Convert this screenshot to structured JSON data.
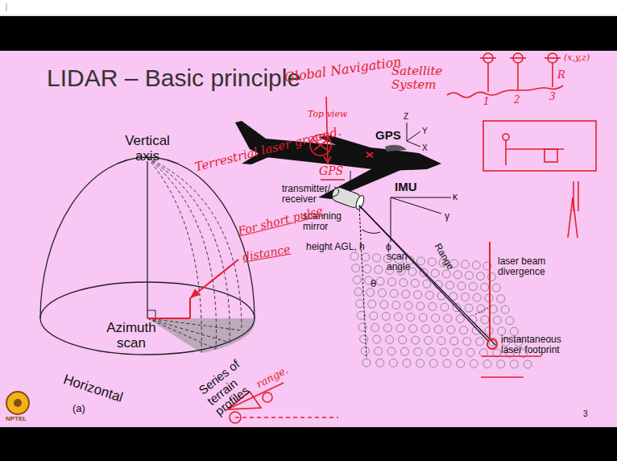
{
  "diagram": {
    "title": "LIDAR – Basic principle",
    "labels": [
      "Vertical axis",
      "Azimuth scan",
      "Horizontal",
      "Series of terrain profiles",
      "(a)",
      "GPS",
      "Z",
      "Y",
      "X",
      "IMU",
      "κ",
      "γ",
      "ϕ",
      "transmitter/ receiver",
      "scanning mirror",
      "height AGL, h",
      "scan angle",
      "θ",
      "Range",
      "laser beam divergence",
      "instantaneous laser footprint",
      "3",
      "NPTEL",
      "Global Navigation",
      "Satellite System",
      "GPS",
      "Top view",
      "Terrestrial laser ground.",
      "For short pulse",
      "distance",
      "range.",
      "1",
      "2",
      "3",
      "R",
      "(x,y,z)"
    ]
  }
}
